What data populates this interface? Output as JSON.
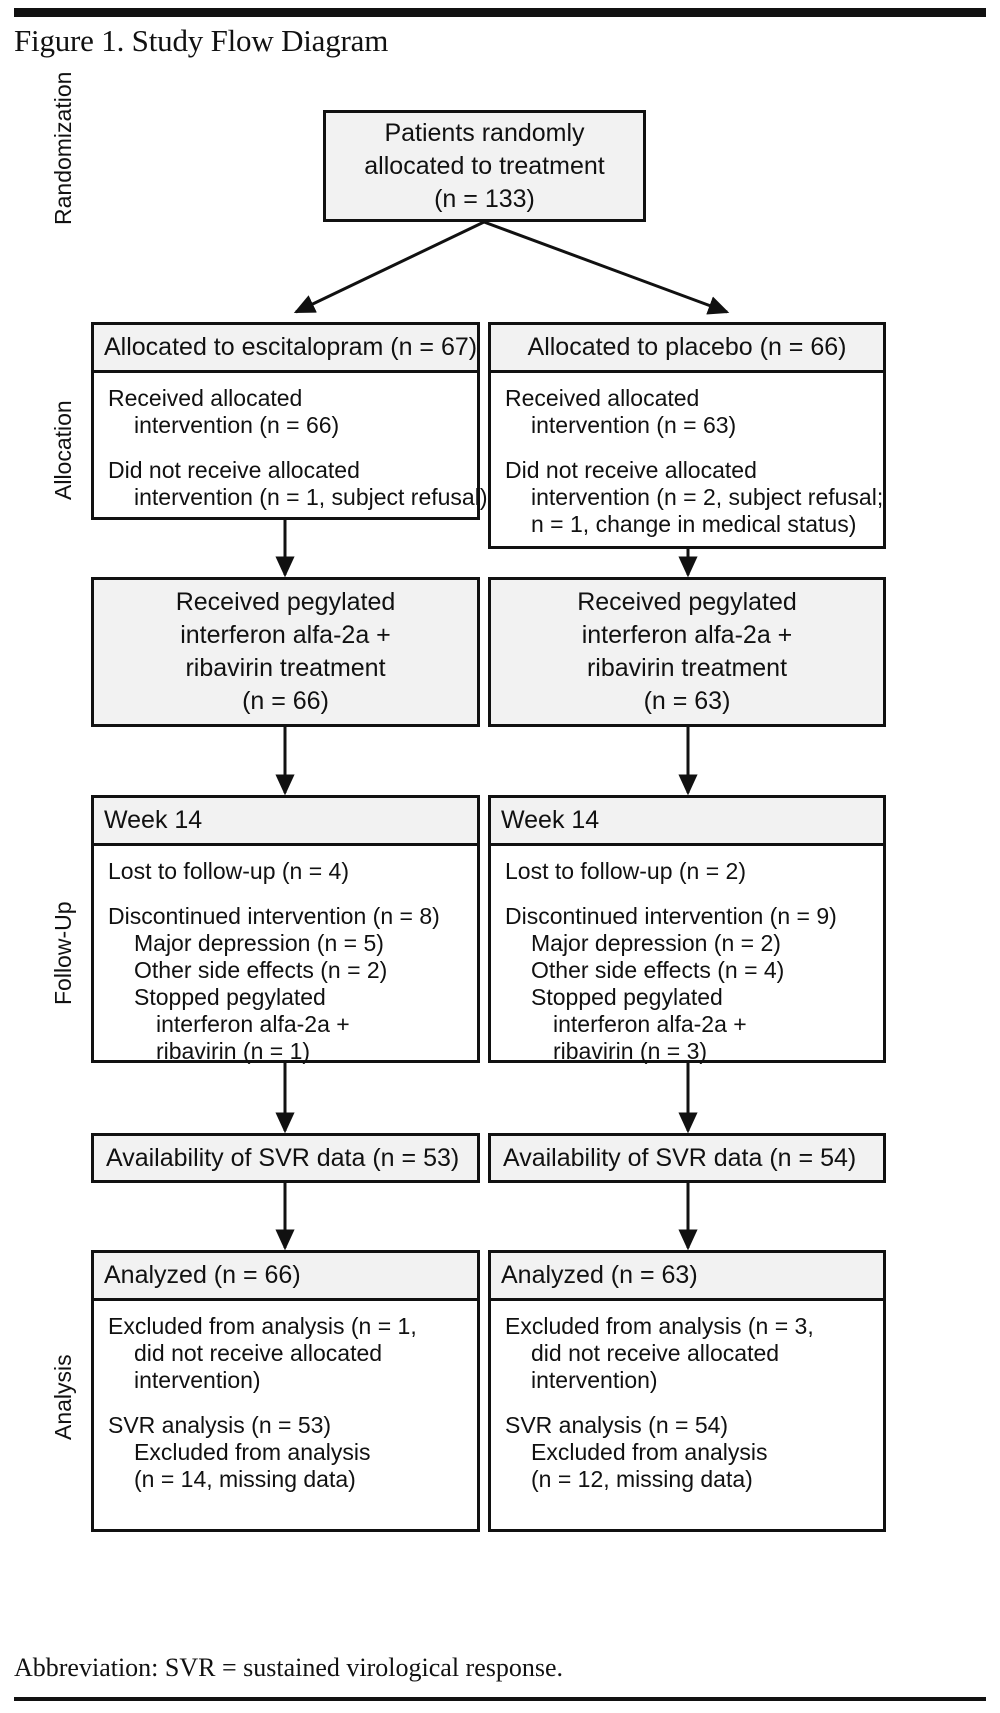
{
  "figure": {
    "title": "Figure 1. Study Flow Diagram",
    "footer": "Abbreviation: SVR = sustained virological response."
  },
  "stages": [
    {
      "key": "randomization",
      "label": "Randomization"
    },
    {
      "key": "allocation",
      "label": "Allocation"
    },
    {
      "key": "followup",
      "label": "Follow-Up"
    },
    {
      "key": "analysis",
      "label": "Analysis"
    }
  ],
  "colors": {
    "stroke": "#111111",
    "box_fill": "#f2f2f2",
    "page_bg": "#ffffff"
  },
  "nodes": {
    "randomization": {
      "lines": [
        "Patients randomly",
        "allocated to treatment",
        "(n = 133)"
      ]
    },
    "alloc_left": {
      "header": "Allocated to escitalopram (n = 67)",
      "groups": [
        [
          "Received allocated",
          "intervention (n = 66)"
        ],
        [
          "Did not receive allocated",
          "intervention (n = 1, subject refusal)"
        ]
      ]
    },
    "alloc_right": {
      "header": "Allocated to placebo (n = 66)",
      "groups": [
        [
          "Received allocated",
          "intervention (n = 63)"
        ],
        [
          "Did not receive allocated",
          "intervention (n = 2, subject refusal;",
          "n = 1, change in medical status)"
        ]
      ]
    },
    "treat_left": {
      "lines": [
        "Received pegylated",
        "interferon alfa-2a +",
        "ribavirin treatment",
        "(n = 66)"
      ]
    },
    "treat_right": {
      "lines": [
        "Received pegylated",
        "interferon alfa-2a +",
        "ribavirin treatment",
        "(n = 63)"
      ]
    },
    "followup_left": {
      "header": "Week 14",
      "lost": "Lost to follow-up (n = 4)",
      "discontinued": "Discontinued intervention (n = 8)",
      "reasons": [
        "Major depression (n = 5)",
        "Other side effects (n = 2)",
        "Stopped pegylated",
        "interferon alfa-2a +",
        "ribavirin (n = 1)"
      ]
    },
    "followup_right": {
      "header": "Week 14",
      "lost": "Lost to follow-up (n = 2)",
      "discontinued": "Discontinued intervention (n = 9)",
      "reasons": [
        "Major depression (n = 2)",
        "Other side effects (n = 4)",
        "Stopped pegylated",
        "interferon alfa-2a +",
        "ribavirin (n = 3)"
      ]
    },
    "svr_left": {
      "label": "Availability of SVR data (n = 53)"
    },
    "svr_right": {
      "label": "Availability of SVR data (n = 54)"
    },
    "analysis_left": {
      "header": "Analyzed (n = 66)",
      "excluded": [
        "Excluded from analysis (n = 1,",
        "did not receive allocated",
        "intervention)"
      ],
      "svr": [
        "SVR analysis (n = 53)",
        "Excluded from analysis",
        "(n = 14, missing data)"
      ]
    },
    "analysis_right": {
      "header": "Analyzed (n = 63)",
      "excluded": [
        "Excluded from analysis (n = 3,",
        "did not receive allocated",
        "intervention)"
      ],
      "svr": [
        "SVR analysis (n = 54)",
        "Excluded from analysis",
        "(n = 12, missing data)"
      ]
    }
  },
  "chart_data": {
    "type": "diagram",
    "title": "Figure 1. Study Flow Diagram",
    "flow": [
      {
        "stage": "Randomization",
        "node": "Patients randomly allocated to treatment",
        "n": 133
      },
      {
        "stage": "Allocation",
        "arm": "escitalopram",
        "allocated": 67,
        "received": 66,
        "not_received": 1
      },
      {
        "stage": "Allocation",
        "arm": "placebo",
        "allocated": 66,
        "received": 63,
        "not_received": 3
      },
      {
        "stage": "Treatment",
        "arm": "escitalopram",
        "received_peg_riba": 66
      },
      {
        "stage": "Treatment",
        "arm": "placebo",
        "received_peg_riba": 63
      },
      {
        "stage": "Follow-Up week 14",
        "arm": "escitalopram",
        "lost": 4,
        "discontinued": 8,
        "major_depression": 5,
        "other_side_effects": 2,
        "stopped_peg_riba": 1
      },
      {
        "stage": "Follow-Up week 14",
        "arm": "placebo",
        "lost": 2,
        "discontinued": 9,
        "major_depression": 2,
        "other_side_effects": 4,
        "stopped_peg_riba": 3
      },
      {
        "stage": "SVR availability",
        "arm": "escitalopram",
        "n": 53
      },
      {
        "stage": "SVR availability",
        "arm": "placebo",
        "n": 54
      },
      {
        "stage": "Analysis",
        "arm": "escitalopram",
        "analyzed": 66,
        "excluded": 1,
        "svr_analysis": 53,
        "svr_excluded_missing": 14
      },
      {
        "stage": "Analysis",
        "arm": "placebo",
        "analyzed": 63,
        "excluded": 3,
        "svr_analysis": 54,
        "svr_excluded_missing": 12
      }
    ]
  }
}
